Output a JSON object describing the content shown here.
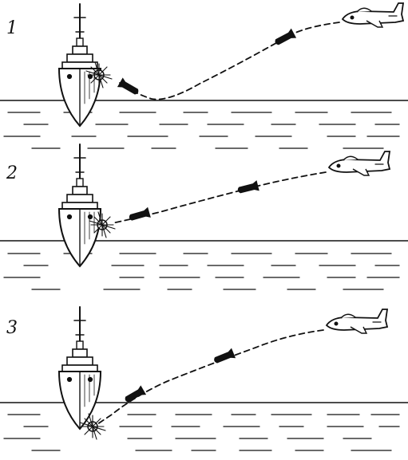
{
  "panels": [
    {
      "label": "1",
      "scenario": "skip-bombing"
    },
    {
      "label": "2",
      "scenario": "direct-hit"
    },
    {
      "label": "3",
      "scenario": "underwater-hit"
    }
  ],
  "colors": {
    "ink": "#111111",
    "background": "#ffffff"
  },
  "icons": [
    "ship-icon",
    "aircraft-icon",
    "bomb-icon",
    "explosion-icon"
  ]
}
